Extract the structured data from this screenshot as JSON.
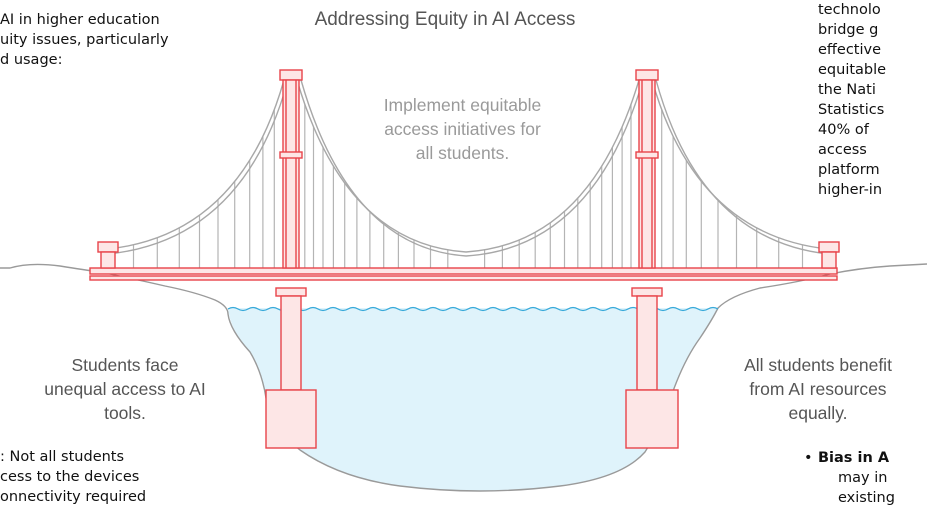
{
  "page": {
    "left_top_fragment": [
      "AI in higher education",
      "uity issues, particularly",
      "d usage:"
    ],
    "left_bottom_fragment": [
      ": Not all students",
      "cess to the devices",
      "onnectivity required"
    ],
    "right_top_fragment": [
      "technolo",
      "bridge g",
      "effective",
      "equitable",
      "the Nati",
      "Statistics",
      "40% of",
      "access",
      "platform",
      "higher-in"
    ],
    "right_bottom_bullet": {
      "bold": "Bias in A",
      "lines": [
        "may in",
        "existing"
      ]
    }
  },
  "diagram": {
    "title": "Addressing Equity in AI Access",
    "top_label": [
      "Implement equitable",
      "access initiatives for",
      "all students."
    ],
    "left_label": [
      "Students face",
      "unequal access to AI",
      "tools."
    ],
    "right_label": [
      "All students benefit",
      "from AI resources",
      "equally."
    ],
    "colors": {
      "bridge_stroke": "#e8434a",
      "bridge_fill": "#fde6e6",
      "cable": "#a8a8a8",
      "water": "#dff3fb",
      "water_line": "#38a9d9",
      "ground": "#9a9a9a"
    }
  }
}
